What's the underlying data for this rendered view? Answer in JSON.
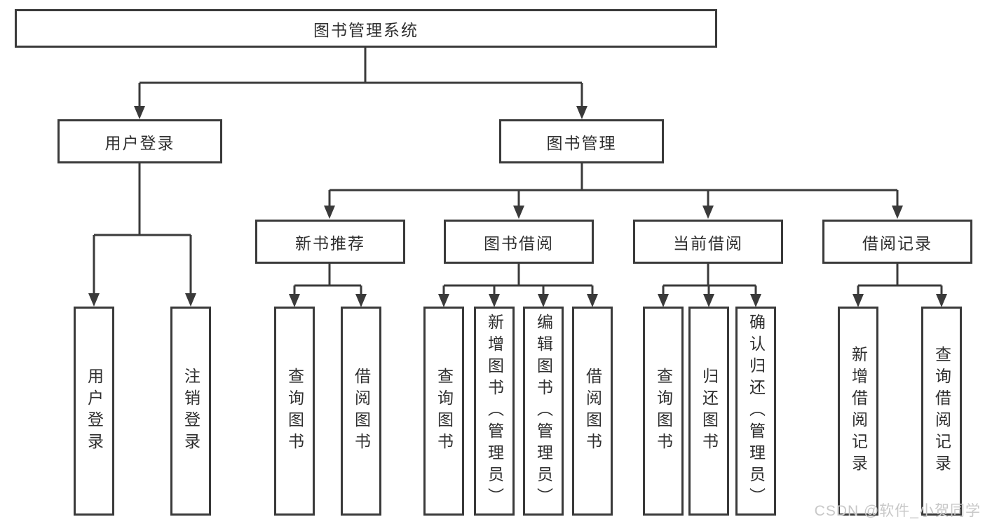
{
  "tree": {
    "root": "图书管理系统",
    "branches": [
      {
        "label": "用户登录",
        "children": [
          "用户登录",
          "注销登录"
        ]
      },
      {
        "label": "图书管理",
        "sections": [
          {
            "label": "新书推荐",
            "children": [
              "查询图书",
              "借阅图书"
            ]
          },
          {
            "label": "图书借阅",
            "children": [
              "查询图书",
              "新增图书（管理员）",
              "编辑图书（管理员）",
              "借阅图书"
            ]
          },
          {
            "label": "当前借阅",
            "children": [
              "查询图书",
              "归还图书",
              "确认归还（管理员）"
            ]
          },
          {
            "label": "借阅记录",
            "children": [
              "新增借阅记录",
              "查询借阅记录"
            ]
          }
        ]
      }
    ]
  },
  "watermark": {
    "text": "CSDN @软件_小贺同学"
  },
  "colors": {
    "line": "#3a3a3a",
    "text": "#2f2f2f",
    "box_background": "#ffffff",
    "watermark": "#c8c8c8"
  }
}
